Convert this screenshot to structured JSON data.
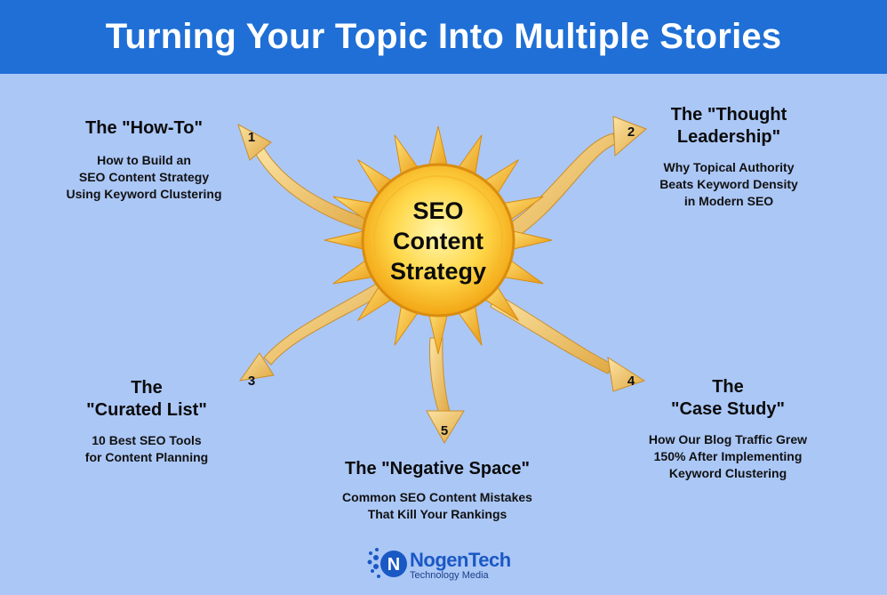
{
  "header": {
    "title": "Turning Your Topic Into Multiple Stories"
  },
  "colors": {
    "header_bg": "#1f6fd6",
    "background": "#abc7f6",
    "sun_yellow": "#ffd84a",
    "sun_orange": "#f2a514",
    "arrow_gold": "#f0c25a"
  },
  "center": {
    "lines": [
      "SEO",
      "Content",
      "Strategy"
    ]
  },
  "stories": [
    {
      "number": "1",
      "title_lines": [
        "The \"How-To\""
      ],
      "desc_lines": [
        "How to Build an",
        "SEO Content Strategy",
        "Using Keyword Clustering"
      ]
    },
    {
      "number": "2",
      "title_lines": [
        "The \"Thought",
        "Leadership\""
      ],
      "desc_lines": [
        "Why Topical Authority",
        "Beats Keyword Density",
        "in Modern SEO"
      ]
    },
    {
      "number": "3",
      "title_lines": [
        "The",
        "\"Curated List\""
      ],
      "desc_lines": [
        "10 Best SEO Tools",
        "for Content Planning"
      ]
    },
    {
      "number": "4",
      "title_lines": [
        "The",
        "\"Case Study\""
      ],
      "desc_lines": [
        "How Our Blog Traffic Grew",
        "150% After Implementing",
        "Keyword Clustering"
      ]
    },
    {
      "number": "5",
      "title_lines": [
        "The \"Negative Space\""
      ],
      "desc_lines": [
        "Common SEO Content Mistakes",
        "That Kill Your Rankings"
      ]
    }
  ],
  "logo": {
    "brand": "NogenTech",
    "tagline": "Technology Media",
    "icon": "n-globe-icon"
  }
}
